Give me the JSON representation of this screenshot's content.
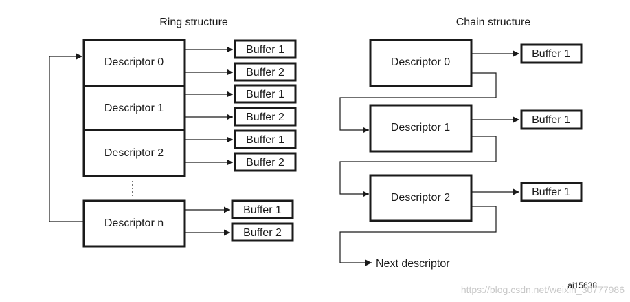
{
  "ring": {
    "title": "Ring structure",
    "descriptors": [
      {
        "label": "Descriptor 0",
        "buffers": [
          "Buffer 1",
          "Buffer 2"
        ]
      },
      {
        "label": "Descriptor 1",
        "buffers": [
          "Buffer 1",
          "Buffer 2"
        ]
      },
      {
        "label": "Descriptor 2",
        "buffers": [
          "Buffer 1",
          "Buffer 2"
        ]
      },
      {
        "label": "Descriptor n",
        "buffers": [
          "Buffer 1",
          "Buffer 2"
        ]
      }
    ]
  },
  "chain": {
    "title": "Chain structure",
    "descriptors": [
      {
        "label": "Descriptor 0",
        "buffers": [
          "Buffer 1"
        ]
      },
      {
        "label": "Descriptor 1",
        "buffers": [
          "Buffer 1"
        ]
      },
      {
        "label": "Descriptor 2",
        "buffers": [
          "Buffer 1"
        ]
      }
    ],
    "next_label": "Next descriptor"
  },
  "figure_ref": "ai15638",
  "watermark": "https://blog.csdn.net/weixin_30777986",
  "colors": {
    "line": "#1a1a1a",
    "background": "#ffffff",
    "watermark": "#c8c8c8"
  }
}
